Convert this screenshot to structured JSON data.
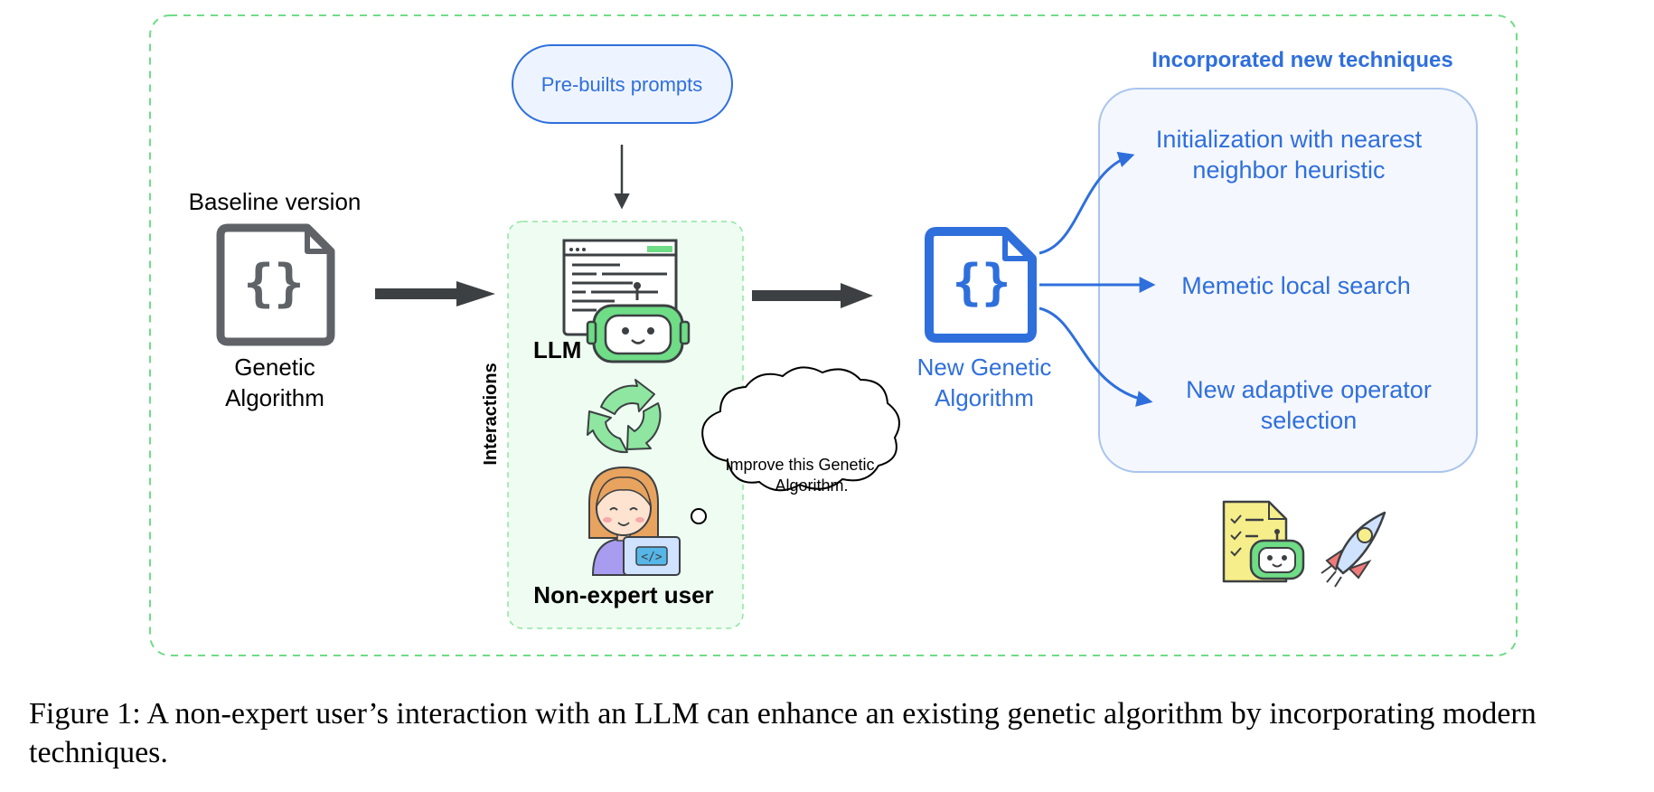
{
  "diagram": {
    "prebuilt_prompts": "Pre-builts prompts",
    "baseline_label": "Baseline version",
    "genetic_algorithm": {
      "line1": "Genetic",
      "line2": "Algorithm"
    },
    "llm_label": "LLM",
    "interactions_label": "Interactions",
    "non_expert_label": "Non-expert user",
    "speech_bubble": {
      "line1": "Improve this Genetic",
      "line2": "Algorithm."
    },
    "new_genetic_algorithm": {
      "line1": "New Genetic",
      "line2": "Algorithm"
    },
    "techniques_title": "Incorporated new techniques",
    "techniques": [
      {
        "line1": "Initialization with nearest",
        "line2": "neighbor heuristic"
      },
      {
        "line1": "Memetic local search",
        "line2": ""
      },
      {
        "line1": "New adaptive operator",
        "line2": "selection"
      }
    ],
    "colors": {
      "blue": "#2f6fdc",
      "green": "#6fdc86",
      "gray": "#5f6368",
      "dark": "#3c4043"
    }
  },
  "caption": "Figure 1: A non-expert user’s interaction with an LLM can enhance an existing genetic algorithm by incorporating modern techniques."
}
